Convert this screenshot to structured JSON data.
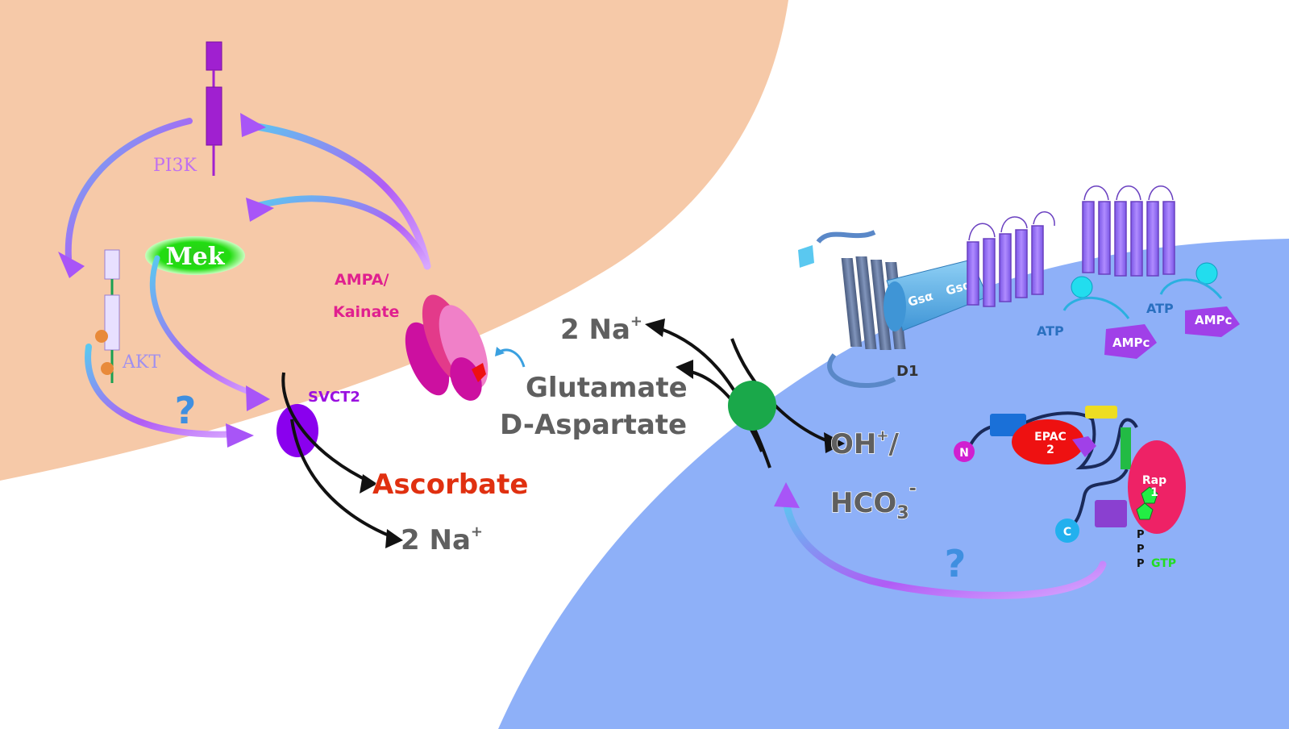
{
  "labels": {
    "pi3k": "PI3K",
    "akt": "AKT",
    "mek": "Mek",
    "ampa_line1": "AMPA/",
    "ampa_line2": "Kainate",
    "svct2": "SVCT2",
    "ascorbate": "Ascorbate",
    "na_bottom": "2 Na",
    "na_bottom_sup": "+",
    "na_top": "2 Na",
    "na_top_sup": "+",
    "glutamate": "Glutamate",
    "d_aspartate": "D-Aspartate",
    "oh": "OH",
    "oh_sup": "+",
    "oh_slash": "/",
    "hco3": "HCO",
    "hco3_sub": "3",
    "hco3_sup": "-",
    "d1": "D1",
    "gsa1": "Gsα",
    "gsa2": "Gsα",
    "atp1": "ATP",
    "atp2": "ATP",
    "ampc1": "AMPc",
    "ampc2": "AMPc",
    "epac_line1": "EPAC",
    "epac_line2": "2",
    "n_term": "N",
    "c_term": "C",
    "rap_line1": "Rap",
    "rap_line2": "1",
    "p1": "P",
    "p2": "P",
    "p3": "P",
    "gtp": "GTP",
    "question_left": "?",
    "question_right": "?"
  },
  "colors": {
    "upper_cell": "#f6c9a8",
    "lower_cell": "#8eb0f8",
    "svct2_transporter": "#8a00ee",
    "eaat_transporter": "#1aa84a",
    "mek": "#22dd11",
    "pathway_arrows": "#a855f7",
    "receptor_bars": "#9d6cf2",
    "gs_protein": "#5fb3e8",
    "ascorbate_text": "#e03010",
    "ampa_text": "#e0208f",
    "svct2_text": "#9a10e0",
    "epac": "#ee1111",
    "rap1": "#ee2266"
  }
}
